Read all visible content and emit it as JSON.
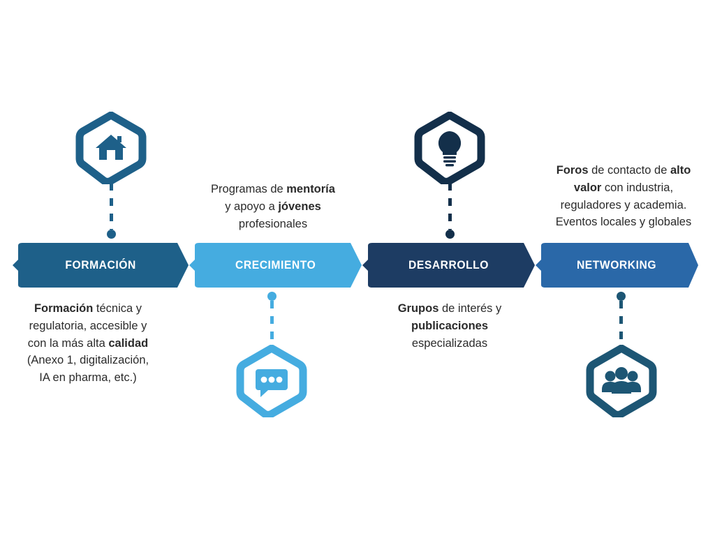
{
  "infographic": {
    "title_present": false,
    "background_color": "#ffffff",
    "text_color": "#2b2b2b",
    "steps": [
      {
        "id": "formacion",
        "label": "FORMACIÓN",
        "banner_color": "#1e6089",
        "icon_name": "house-icon",
        "icon_color": "#1e6089",
        "icon_position": "above",
        "caption_position": "below",
        "caption_lines": [
          [
            {
              "t": "Formación",
              "b": true
            },
            {
              "t": " técnica y",
              "b": false
            }
          ],
          [
            {
              "t": "regulatoria, accesible y",
              "b": false
            }
          ],
          [
            {
              "t": "con la más alta ",
              "b": false
            },
            {
              "t": "calidad",
              "b": true
            }
          ],
          [
            {
              "t": "(Anexo 1, digitalización,",
              "b": false
            }
          ],
          [
            {
              "t": "IA en pharma, etc.)",
              "b": false
            }
          ]
        ]
      },
      {
        "id": "crecimiento",
        "label": "CRECIMIENTO",
        "banner_color": "#45ace0",
        "icon_name": "chat-bubble-icon",
        "icon_color": "#45ace0",
        "icon_position": "below",
        "caption_position": "above",
        "caption_lines": [
          [
            {
              "t": "Programas de ",
              "b": false
            },
            {
              "t": "mentoría",
              "b": true
            }
          ],
          [
            {
              "t": "y apoyo a ",
              "b": false
            },
            {
              "t": "jóvenes",
              "b": true
            }
          ],
          [
            {
              "t": "profesionales",
              "b": false
            }
          ]
        ]
      },
      {
        "id": "desarrollo",
        "label": "DESARROLLO",
        "banner_color": "#1d3c63",
        "icon_name": "lightbulb-icon",
        "icon_color": "#132f4a",
        "icon_position": "above",
        "caption_position": "below",
        "caption_lines": [
          [
            {
              "t": "Grupos",
              "b": true
            },
            {
              "t": " de interés y",
              "b": false
            }
          ],
          [
            {
              "t": "publicaciones",
              "b": true
            }
          ],
          [
            {
              "t": "especializadas",
              "b": false
            }
          ]
        ]
      },
      {
        "id": "networking",
        "label": "NETWORKING",
        "banner_color": "#2a68a8",
        "icon_name": "people-group-icon",
        "icon_color": "#1d5674",
        "icon_position": "below",
        "caption_position": "above",
        "caption_lines": [
          [
            {
              "t": "Foros",
              "b": true
            },
            {
              "t": " de contacto de ",
              "b": false
            },
            {
              "t": "alto",
              "b": true
            }
          ],
          [
            {
              "t": "valor",
              "b": true
            },
            {
              "t": " con industria,",
              "b": false
            }
          ],
          [
            {
              "t": "reguladores y academia.",
              "b": false
            }
          ],
          [
            {
              "t": "Eventos locales y globales",
              "b": false
            }
          ]
        ]
      }
    ]
  }
}
